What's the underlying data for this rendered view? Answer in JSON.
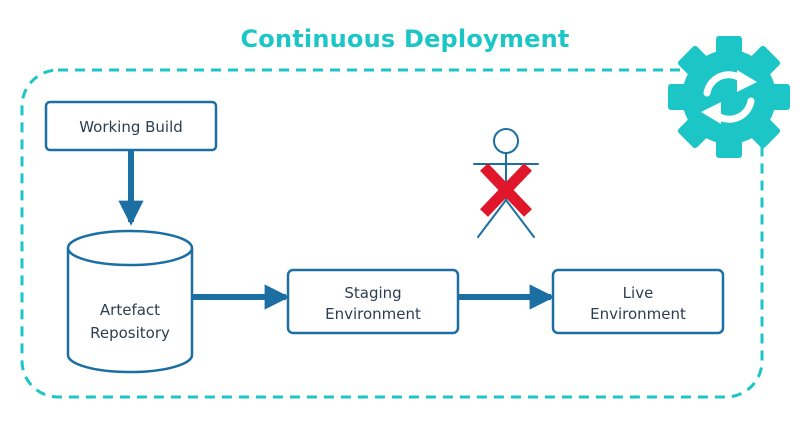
{
  "diagram": {
    "title": "Continuous Deployment",
    "nodes": {
      "working_build": {
        "label": "Working Build"
      },
      "artefact_repository": {
        "line1": "Artefact",
        "line2": "Repository"
      },
      "staging_environment": {
        "line1": "Staging",
        "line2": "Environment"
      },
      "live_environment": {
        "line1": "Live",
        "line2": "Environment"
      }
    },
    "icons": {
      "gear": "gear-refresh-icon",
      "manual_approval": "stick-figure-icon",
      "blocked": "red-x-icon"
    },
    "colors": {
      "accent": "#1cc6c6",
      "node_border": "#1b6fa3",
      "arrow": "#1b6fa3",
      "text": "#2d3e50",
      "blocked": "#e0162b"
    },
    "edges": [
      {
        "from": "Working Build",
        "to": "Artefact Repository"
      },
      {
        "from": "Artefact Repository",
        "to": "Staging Environment"
      },
      {
        "from": "Staging Environment",
        "to": "Live Environment"
      }
    ]
  }
}
